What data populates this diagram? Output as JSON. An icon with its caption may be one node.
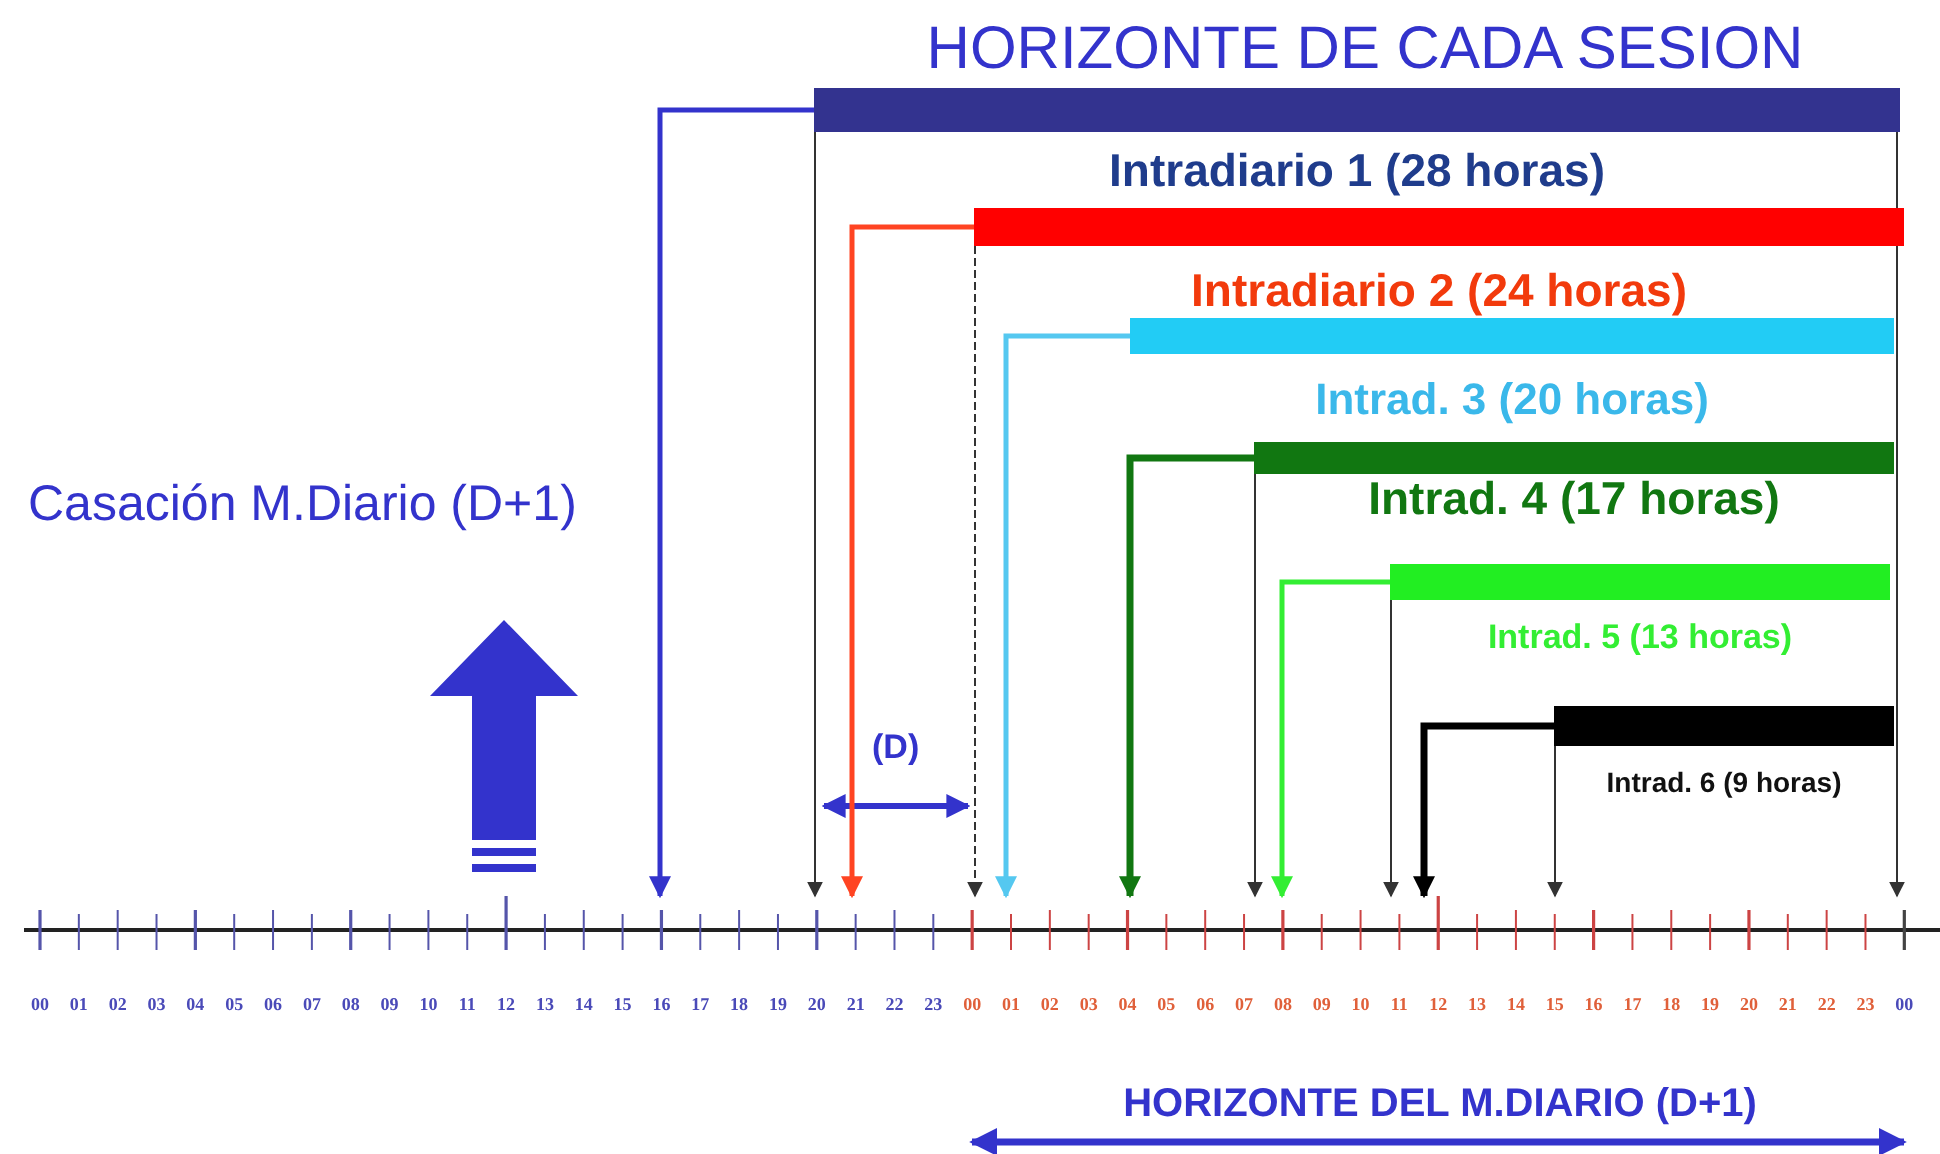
{
  "diagram": {
    "title": "HORIZONTE DE CADA SESION",
    "nodes": [
      {
        "text": [
          "Intradiario 1 (28 horas)"
        ]
      },
      {
        "text": [
          "Intradiario 2 (24 horas)"
        ]
      },
      {
        "text": [
          "Intrad. 3 (20 horas)"
        ]
      },
      {
        "text": [
          "Intrad. 4 (17 horas)"
        ]
      },
      {
        "text": [
          "Intrad. 5 (13 horas)"
        ]
      },
      {
        "text": [
          "Intrad. 6 (9 horas)"
        ]
      }
    ],
    "edges": [
      {
        "from": 0,
        "to": null,
        "arrow": "to",
        "style": "thick",
        "color": "#3333cc"
      },
      {
        "from": 1,
        "to": null,
        "arrow": "to",
        "style": "thick",
        "color": "#ff4422"
      },
      {
        "from": 2,
        "to": null,
        "arrow": "to",
        "style": "thick",
        "color": "#55c8f0"
      },
      {
        "from": 3,
        "to": null,
        "arrow": "to",
        "style": "thick",
        "color": "#117711"
      },
      {
        "from": 4,
        "to": null,
        "arrow": "to",
        "style": "thick",
        "color": "#33ee33"
      },
      {
        "from": 5,
        "to": null,
        "arrow": "to",
        "style": "thick",
        "color": "#000000"
      },
      {
        "from": 0,
        "to": null,
        "arrow": "to",
        "color": "#333333"
      },
      {
        "from": 1,
        "to": null,
        "arrow": "to",
        "style": "dashed",
        "color": "#333333"
      },
      {
        "from": 3,
        "to": null,
        "arrow": "to",
        "color": "#333333"
      },
      {
        "from": 4,
        "to": null,
        "arrow": "to",
        "color": "#333333"
      },
      {
        "from": 5,
        "to": null,
        "arrow": "to",
        "color": "#333333"
      },
      {
        "from": 0,
        "to": null,
        "arrow": "to",
        "color": "#333333"
      }
    ],
    "labels": [
      "Casación M.Diario (D+1)",
      "(D)",
      "00",
      "01",
      "02",
      "03",
      "04",
      "05",
      "06",
      "07",
      "08",
      "09",
      "10",
      "11",
      "12",
      "13",
      "14",
      "15",
      "16",
      "17",
      "18",
      "19",
      "20",
      "21",
      "22",
      "23",
      "00",
      "01",
      "02",
      "03",
      "04",
      "05",
      "06",
      "07",
      "08",
      "09",
      "10",
      "11",
      "12",
      "13",
      "14",
      "15",
      "16",
      "17",
      "18",
      "19",
      "20",
      "21",
      "22",
      "23",
      "00",
      "HORIZONTE DEL M.DIARIO (D+1)"
    ]
  }
}
